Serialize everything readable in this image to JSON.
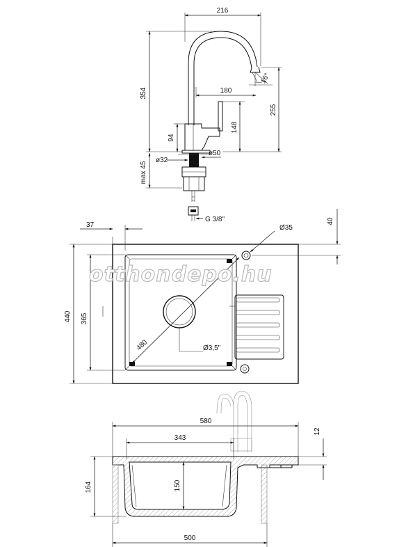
{
  "watermark": "otthondepo.hu",
  "faucet": {
    "total_width": "216",
    "height": "354",
    "spout_reach": "180",
    "spout_height": "255",
    "lever_height": "148",
    "body_height": "94",
    "base_diameter": "ø50",
    "hole_diameter": "ø32",
    "mount_depth": "max 45",
    "connection": "G 3/8\"",
    "spout_angle": "16°"
  },
  "top_view": {
    "edge_offset": "37",
    "tap_hole": "Ø35",
    "tap_hole_offset": "40",
    "overall_depth": "440",
    "bowl_depth": "365",
    "bowl_diagonal": "480",
    "drain": "Ø3,5\""
  },
  "section_view": {
    "overall_width": "580",
    "bowl_width": "343",
    "rim_height": "12",
    "total_height": "164",
    "bowl_height": "150",
    "bottom_width": "500"
  }
}
